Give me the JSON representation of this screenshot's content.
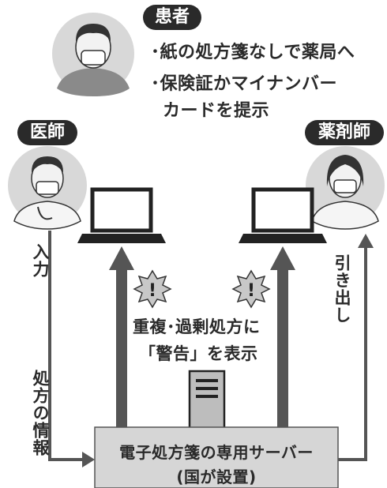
{
  "patient": {
    "label": "患者",
    "bullets": [
      "･紙の処方箋なしで薬局へ",
      "･保険証かマイナンバー",
      "カードを提示"
    ]
  },
  "doctor": {
    "label": "医師",
    "action": "入力"
  },
  "pharmacist": {
    "label": "薬剤師",
    "action": "引き出し"
  },
  "flow_label": "処方の情報",
  "warning": {
    "line1": "重複･過剰処方に",
    "line2": "「警告」を表示"
  },
  "server": {
    "line1": "電子処方箋の専用サーバー",
    "line2": "(国が設置)"
  }
}
